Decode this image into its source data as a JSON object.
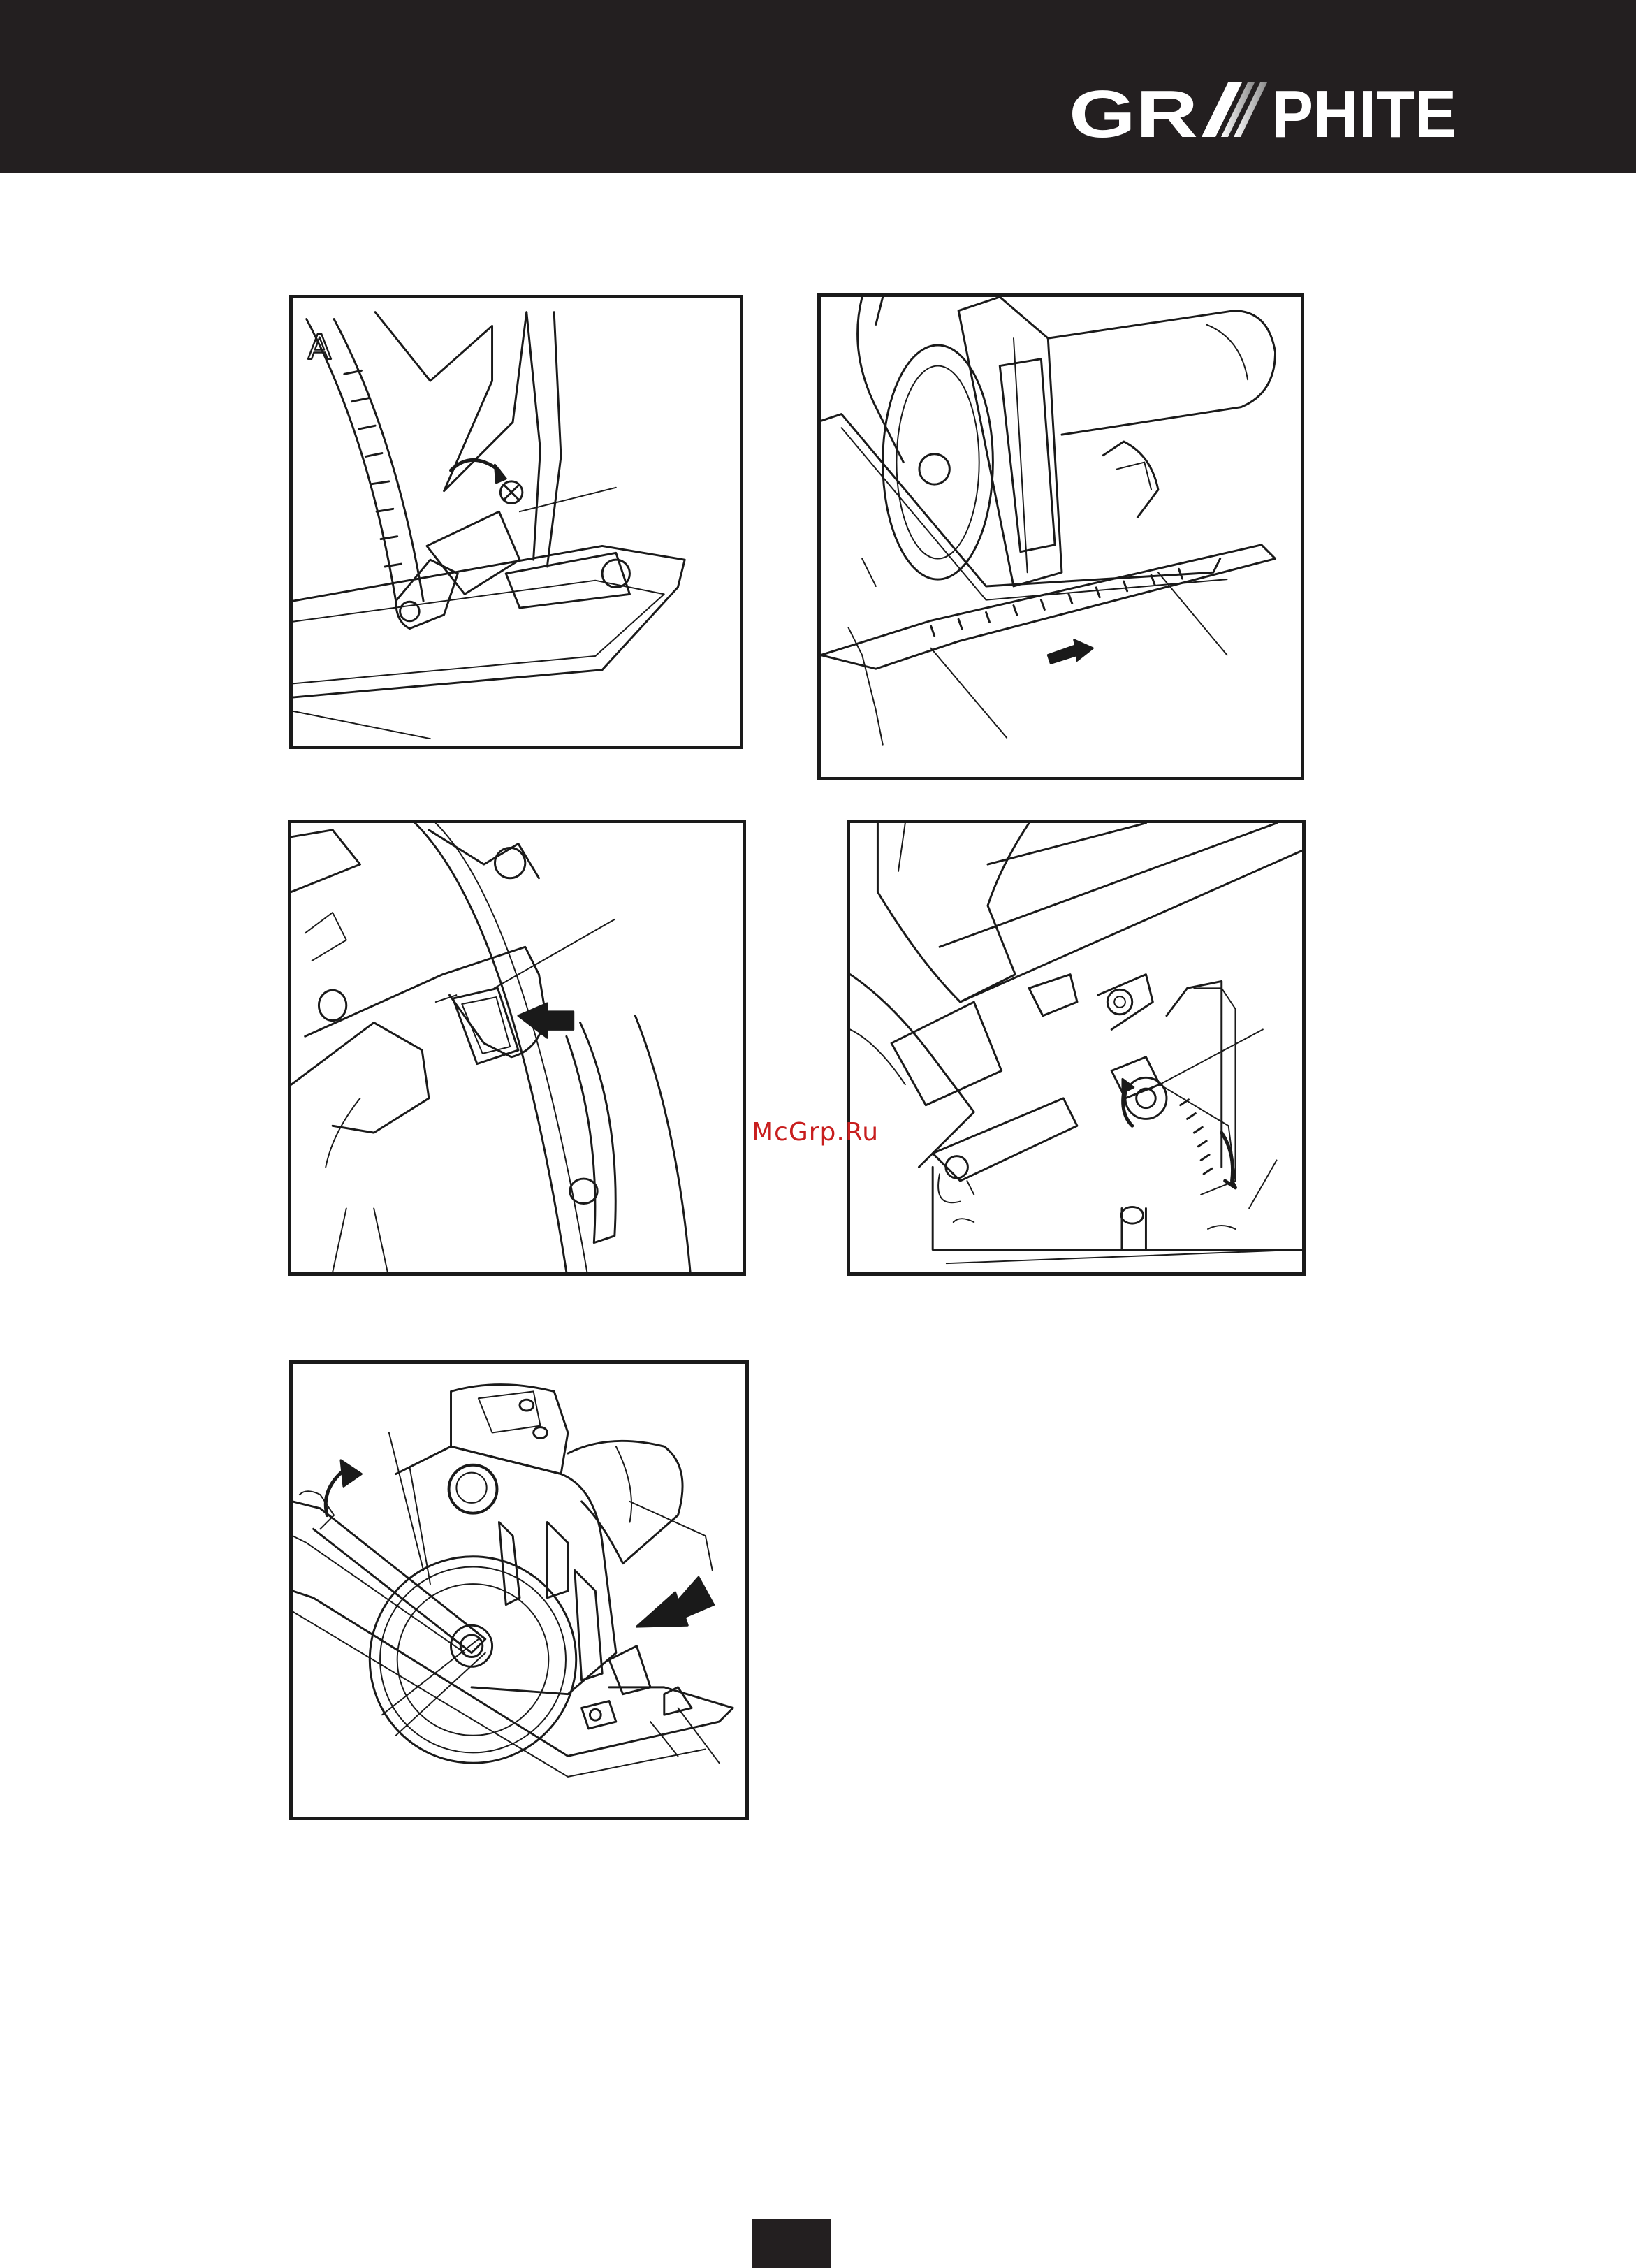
{
  "brand": {
    "name": "GRAPHITE",
    "colors": {
      "header": "#231f20",
      "logo_text": "#ffffff",
      "watermark": "#c81e1e"
    }
  },
  "figures": [
    {
      "id": "fig-a",
      "label": "A",
      "subject": "bevel angle scale and locking lever"
    },
    {
      "id": "fig-b",
      "subject": "parallel guide with measuring scale on base plate"
    },
    {
      "id": "fig-c",
      "subject": "spindle lock button pressed"
    },
    {
      "id": "fig-d",
      "subject": "cutting depth adjustment knob with scale"
    },
    {
      "id": "fig-e",
      "subject": "blade replacement with wrench"
    }
  ],
  "watermark": {
    "text": "McGrp.Ru"
  }
}
